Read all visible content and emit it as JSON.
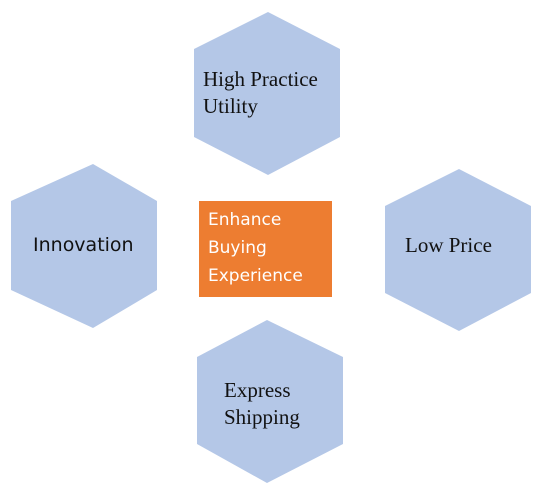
{
  "colors": {
    "hexagon_fill": "#b4c7e7",
    "center_fill": "#ed7d31",
    "center_text": "#ffffff",
    "label_text": "#111111",
    "background": "#ffffff"
  },
  "hexagons": {
    "top": {
      "line1": "High Practice",
      "line2": "Utility"
    },
    "left": {
      "line1": "Innovation"
    },
    "right": {
      "line1": "Low Price"
    },
    "bottom": {
      "line1": "Express",
      "line2": "Shipping"
    }
  },
  "center": {
    "line1": "Enhance",
    "line2": "Buying",
    "line3": "Experience"
  }
}
